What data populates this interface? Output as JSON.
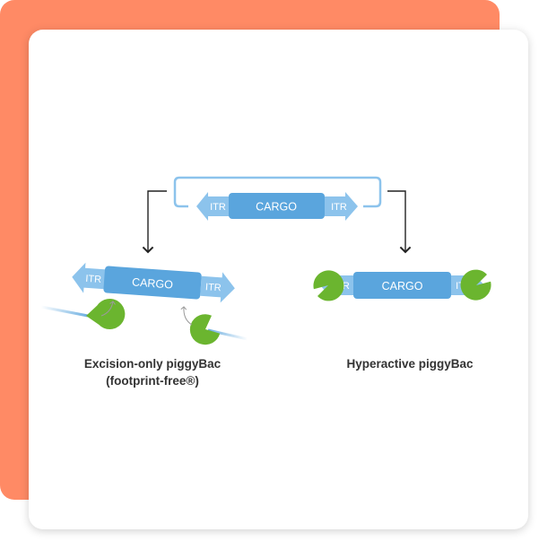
{
  "colors": {
    "accent_card": "#ff8a65",
    "element_fill": "#5aa5dd",
    "itr_fill": "#8cc3ec",
    "enzyme_green": "#6bb52f",
    "arrow": "#222222",
    "text_dark": "#333333"
  },
  "top_construct": {
    "cargo": "CARGO",
    "itr_left": "ITR",
    "itr_right": "ITR"
  },
  "left_construct": {
    "cargo": "CARGO",
    "itr_left": "ITR",
    "itr_right": "ITR"
  },
  "right_construct": {
    "cargo": "CARGO",
    "itr_left": "ITR",
    "itr_right": "ITR"
  },
  "captions": {
    "excision_line1": "Excision-only piggyBac",
    "excision_line2": "(footprint-free®)",
    "hyperactive": "Hyperactive piggyBac"
  }
}
